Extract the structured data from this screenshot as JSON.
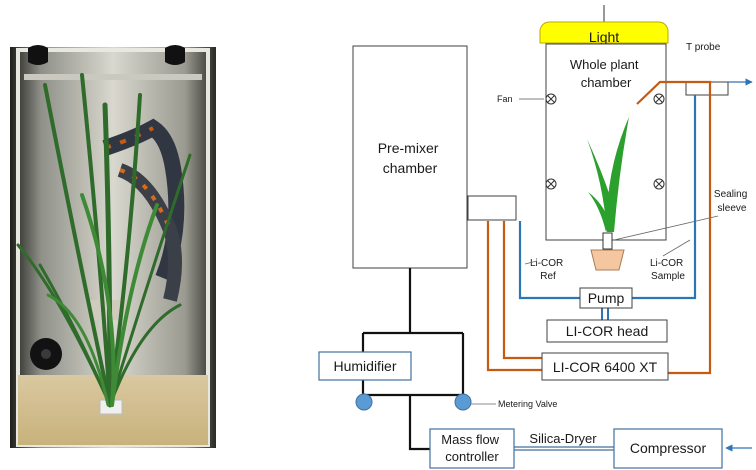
{
  "photo": {
    "subject": "plant-in-chamber-photo"
  },
  "diagram": {
    "light_label": "Light",
    "whole_plant_chamber": [
      "Whole plant",
      "chamber"
    ],
    "t_probe_label": "T probe",
    "fan_label": "Fan",
    "pre_mixer_chamber": [
      "Pre-mixer",
      "chamber"
    ],
    "sealing_sleeve": [
      "Sealing",
      "sleeve"
    ],
    "licor_ref": [
      "Li-COR",
      "Ref"
    ],
    "licor_sample": [
      "Li-COR",
      "Sample"
    ],
    "pump_label": "Pump",
    "licor_head_label": "LI-COR head",
    "licor_6400_label": "LI-COR 6400 XT",
    "humidifier_label": "Humidifier",
    "metering_valve_label": "Metering Valve",
    "mass_flow_controller": [
      "Mass flow",
      "controller"
    ],
    "silica_dryer_label": "Silica-Dryer",
    "compressor_label": "Compressor"
  },
  "colors": {
    "light_fill": "#ffff00",
    "orange_tube": "#c55a11",
    "blue_tube": "#2e75b6",
    "blue_box_border": "#41719c",
    "valve_fill": "#5b9bd5",
    "plant_green": "#2ca02c",
    "pot_fill": "#f4c7a1"
  }
}
